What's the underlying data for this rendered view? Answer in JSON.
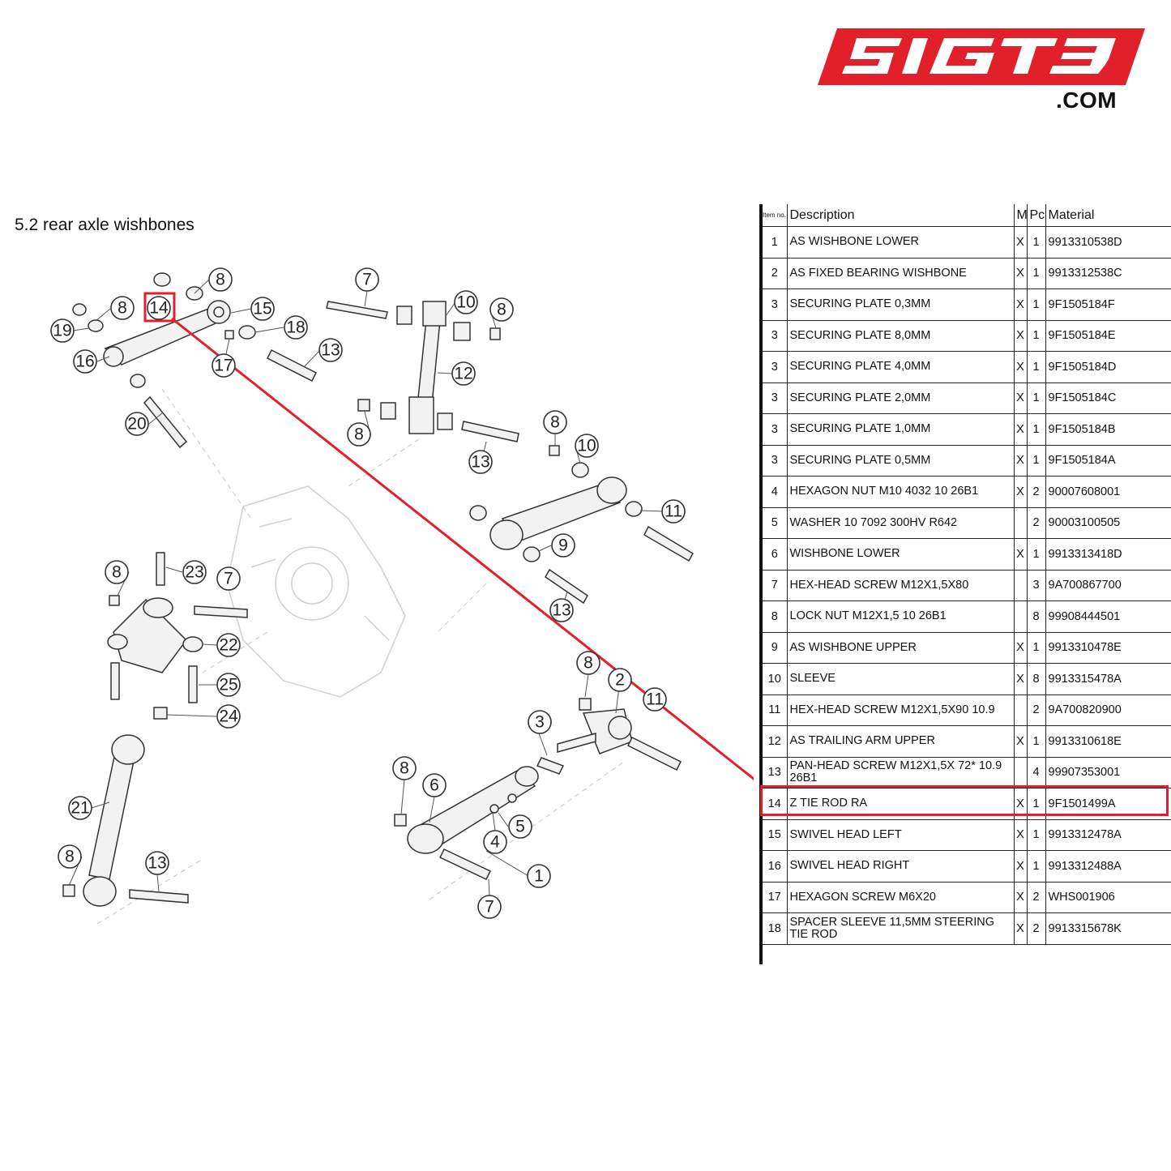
{
  "logo": {
    "text": "SIGT3",
    "suffix": ".COM",
    "brand_color": "#e2202b"
  },
  "section": {
    "title": "5.2  rear axle wishbones"
  },
  "highlight": {
    "item": "14",
    "color": "#e2202b"
  },
  "table": {
    "headers": {
      "item": "Item no.",
      "description": "Description",
      "m": "M",
      "pc": "Pc.",
      "material": "Material"
    },
    "rows": [
      {
        "item": "1",
        "description": "AS WISHBONE LOWER",
        "m": "X",
        "pc": "1",
        "material": "9913310538D"
      },
      {
        "item": "2",
        "description": "AS FIXED BEARING WISHBONE",
        "m": "X",
        "pc": "1",
        "material": "9913312538C"
      },
      {
        "item": "3",
        "description": "SECURING PLATE 0,3MM",
        "m": "X",
        "pc": "1",
        "material": "9F1505184F"
      },
      {
        "item": "3",
        "description": "SECURING PLATE 8,0MM",
        "m": "X",
        "pc": "1",
        "material": "9F1505184E"
      },
      {
        "item": "3",
        "description": "SECURING PLATE 4,0MM",
        "m": "X",
        "pc": "1",
        "material": "9F1505184D"
      },
      {
        "item": "3",
        "description": "SECURING PLATE 2,0MM",
        "m": "X",
        "pc": "1",
        "material": "9F1505184C"
      },
      {
        "item": "3",
        "description": "SECURING PLATE 1,0MM",
        "m": "X",
        "pc": "1",
        "material": "9F1505184B"
      },
      {
        "item": "3",
        "description": "SECURING PLATE 0,5MM",
        "m": "X",
        "pc": "1",
        "material": "9F1505184A"
      },
      {
        "item": "4",
        "description": "HEXAGON NUT M10 4032 10 26B1",
        "m": "X",
        "pc": "2",
        "material": "90007608001"
      },
      {
        "item": "5",
        "description": "WASHER 10 7092 300HV R642",
        "m": "",
        "pc": "2",
        "material": "90003100505"
      },
      {
        "item": "6",
        "description": "WISHBONE LOWER",
        "m": "X",
        "pc": "1",
        "material": "9913313418D"
      },
      {
        "item": "7",
        "description": "HEX-HEAD SCREW M12X1,5X80",
        "m": "",
        "pc": "3",
        "material": "9A700867700"
      },
      {
        "item": "8",
        "description": "LOCK NUT M12X1,5 10 26B1",
        "m": "",
        "pc": "8",
        "material": "99908444501"
      },
      {
        "item": "9",
        "description": "AS WISHBONE UPPER",
        "m": "X",
        "pc": "1",
        "material": "9913310478E"
      },
      {
        "item": "10",
        "description": "SLEEVE",
        "m": "X",
        "pc": "8",
        "material": "9913315478A"
      },
      {
        "item": "11",
        "description": "HEX-HEAD SCREW M12X1,5X90 10.9",
        "m": "",
        "pc": "2",
        "material": "9A700820900"
      },
      {
        "item": "12",
        "description": "AS TRAILING ARM UPPER",
        "m": "X",
        "pc": "1",
        "material": "9913310618E"
      },
      {
        "item": "13",
        "description": "PAN-HEAD SCREW M12X1,5X 72* 10.9 26B1",
        "m": "",
        "pc": "4",
        "material": "99907353001"
      },
      {
        "item": "14",
        "description": "Z TIE ROD RA",
        "m": "X",
        "pc": "1",
        "material": "9F1501499A"
      },
      {
        "item": "15",
        "description": "SWIVEL HEAD LEFT",
        "m": "X",
        "pc": "1",
        "material": "9913312478A"
      },
      {
        "item": "16",
        "description": "SWIVEL HEAD RIGHT",
        "m": "X",
        "pc": "1",
        "material": "9913312488A"
      },
      {
        "item": "17",
        "description": "HEXAGON SCREW M6X20",
        "m": "X",
        "pc": "2",
        "material": "WHS001906"
      },
      {
        "item": "18",
        "description": "SPACER SLEEVE 11,5MM STEERING TIE ROD",
        "m": "X",
        "pc": "2",
        "material": "9913315678K"
      }
    ]
  },
  "callouts": [
    "8",
    "14",
    "8",
    "15",
    "19",
    "18",
    "16",
    "17",
    "13",
    "20",
    "7",
    "10",
    "8",
    "12",
    "8",
    "13",
    "8",
    "10",
    "11",
    "9",
    "13",
    "8",
    "23",
    "7",
    "22",
    "25",
    "24",
    "8",
    "2",
    "11",
    "3",
    "8",
    "6",
    "5",
    "4",
    "1",
    "7",
    "21",
    "8",
    "13"
  ]
}
